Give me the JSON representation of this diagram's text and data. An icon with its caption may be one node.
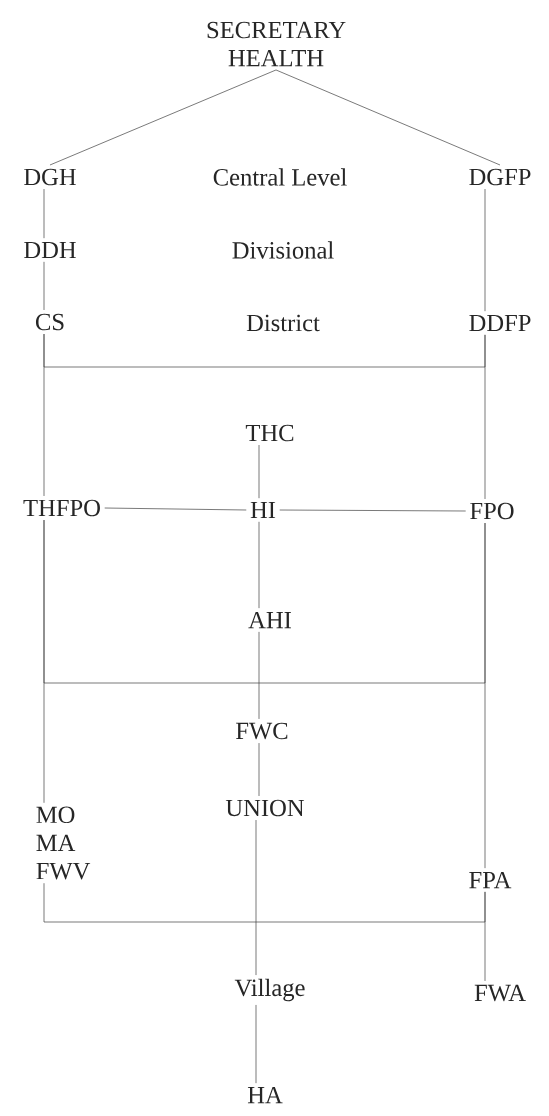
{
  "diagram": {
    "nodes": [
      {
        "text": [
          "SECRETARY HEALTH"
        ]
      },
      {
        "text": [
          "DGH"
        ]
      },
      {
        "text": [
          "DGFP"
        ]
      },
      {
        "text": [
          "DDH"
        ]
      },
      {
        "text": [
          "CS"
        ]
      },
      {
        "text": [
          "DDFP"
        ]
      },
      {
        "text": [
          "THC"
        ]
      },
      {
        "text": [
          "THFPO"
        ]
      },
      {
        "text": [
          "HI"
        ]
      },
      {
        "text": [
          "FPO"
        ]
      },
      {
        "text": [
          "AHI"
        ]
      },
      {
        "text": [
          "FWC"
        ]
      },
      {
        "text": [
          "UNION"
        ]
      },
      {
        "text": [
          "MO",
          "MA",
          "FWV"
        ]
      },
      {
        "text": [
          "FPA"
        ]
      },
      {
        "text": [
          "Village"
        ]
      },
      {
        "text": [
          "FWA"
        ]
      },
      {
        "text": [
          "HA"
        ]
      }
    ],
    "edges": [
      {
        "from": 0,
        "to": 1,
        "arrow": "none"
      },
      {
        "from": 0,
        "to": 2,
        "arrow": "none"
      },
      {
        "from": 1,
        "to": 3,
        "arrow": "none"
      },
      {
        "from": 3,
        "to": 4,
        "arrow": "none"
      },
      {
        "from": 2,
        "to": 5,
        "arrow": "none"
      },
      {
        "from": 4,
        "to": 5,
        "arrow": "none"
      },
      {
        "from": 4,
        "to": 7,
        "arrow": "none"
      },
      {
        "from": 5,
        "to": 9,
        "arrow": "none"
      },
      {
        "from": 6,
        "to": 8,
        "arrow": "none"
      },
      {
        "from": 7,
        "to": 8,
        "arrow": "none"
      },
      {
        "from": 8,
        "to": 9,
        "arrow": "none"
      },
      {
        "from": 8,
        "to": 10,
        "arrow": "none"
      },
      {
        "from": 7,
        "to": 13,
        "arrow": "none"
      },
      {
        "from": 9,
        "to": 14,
        "arrow": "none"
      },
      {
        "from": 7,
        "to": 9,
        "arrow": "none"
      },
      {
        "from": 10,
        "to": 11,
        "arrow": "none"
      },
      {
        "from": 11,
        "to": 12,
        "arrow": "none"
      },
      {
        "from": 13,
        "to": 14,
        "arrow": "none"
      },
      {
        "from": 12,
        "to": 15,
        "arrow": "none"
      },
      {
        "from": 14,
        "to": 16,
        "arrow": "none"
      },
      {
        "from": 15,
        "to": 17,
        "arrow": "none"
      }
    ],
    "labels": [
      "Central Level",
      "Divisional",
      "District"
    ]
  }
}
